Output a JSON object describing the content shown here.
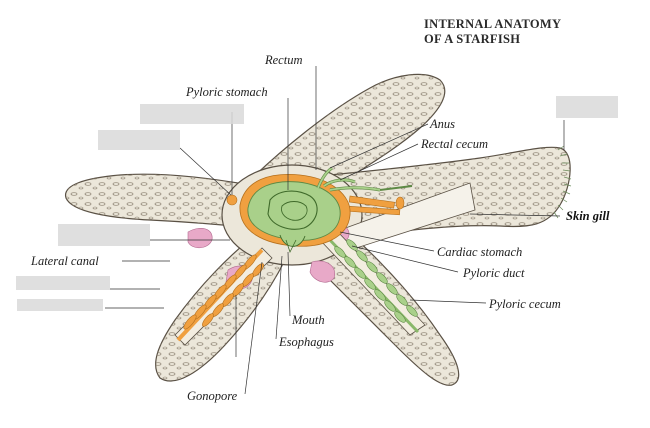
{
  "title": {
    "line1": "INTERNAL ANATOMY",
    "line2": "OF A STARFISH"
  },
  "labels": {
    "rectum": "Rectum",
    "pyloric_stomach": "Pyloric stomach",
    "anus": "Anus",
    "rectal_cecum": "Rectal cecum",
    "skin_gill": "Skin gill",
    "cardiac_stomach": "Cardiac stomach",
    "pyloric_duct": "Pyloric duct",
    "pyloric_cecum": "Pyloric cecum",
    "lateral_canal": "Lateral canal",
    "mouth": "Mouth",
    "esophagus": "Esophagus",
    "gonopore": "Gonopore"
  },
  "colors": {
    "body": "#ece7da",
    "body_outline": "#5a5145",
    "digestive_green": "#a9d08a",
    "water_vascular_orange": "#f0a040",
    "gonad_pink": "#e8a9c8",
    "label_blank": "#d9d9d9"
  }
}
